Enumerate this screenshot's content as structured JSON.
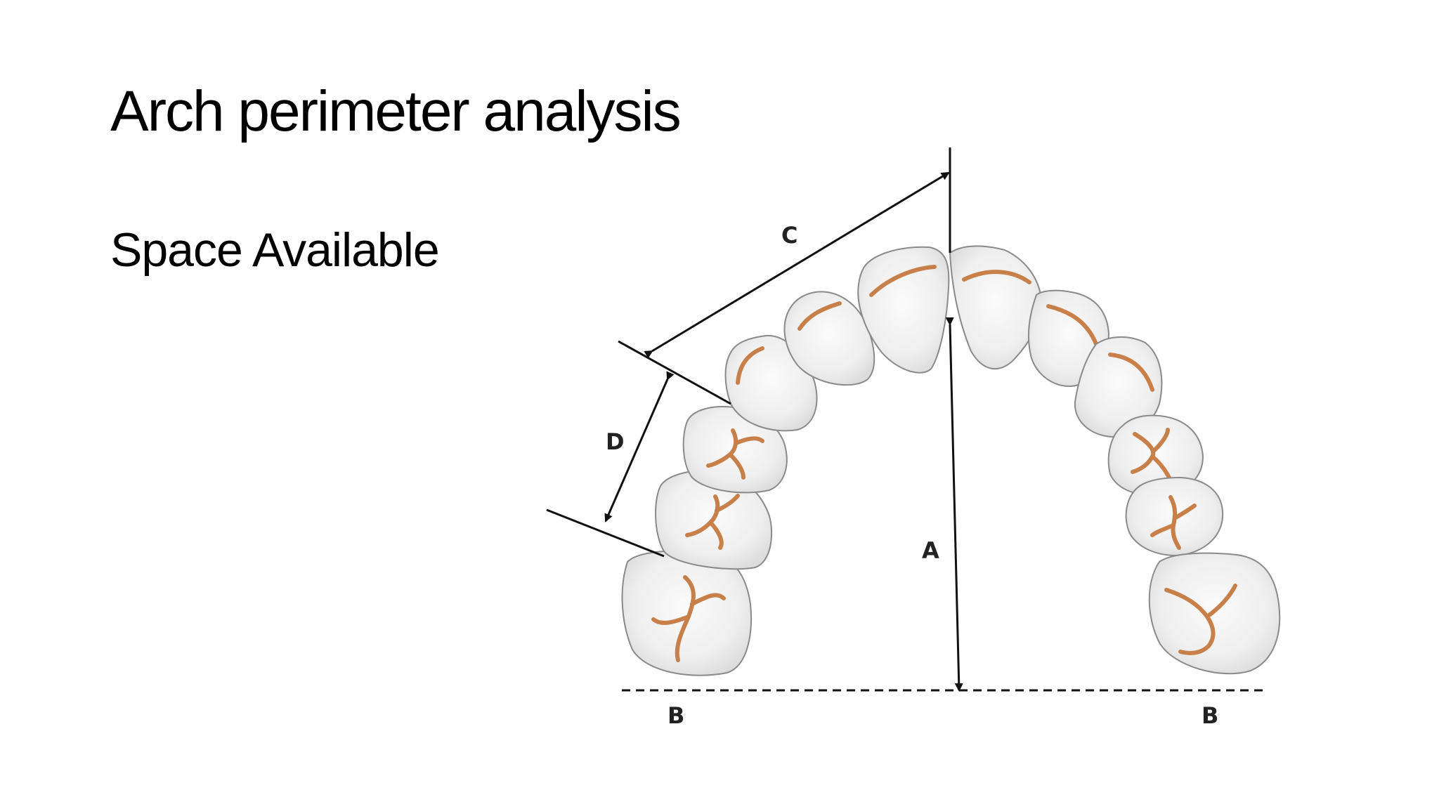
{
  "slide": {
    "title": "Arch perimeter analysis",
    "subtitle": "Space Available"
  },
  "diagram": {
    "labels": {
      "a": "A",
      "b_left": "B",
      "b_right": "B",
      "c": "C",
      "d": "D"
    },
    "colors": {
      "tooth_fill": "#f2f2f2",
      "tooth_outline": "#8a8a8a",
      "groove": "#c8804a",
      "lines": "#111111"
    }
  }
}
